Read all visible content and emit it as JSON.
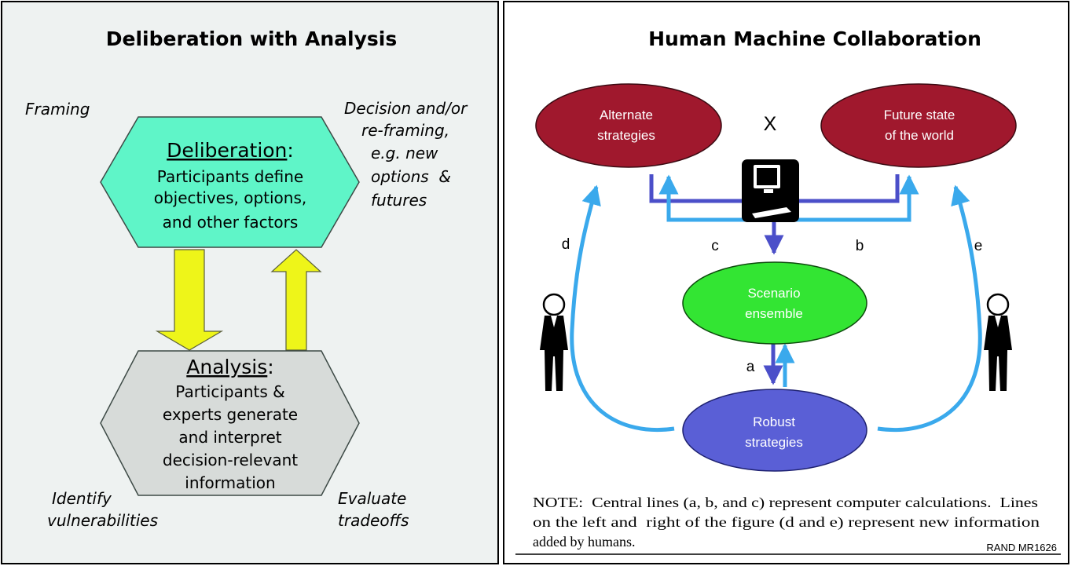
{
  "left_panel": {
    "title": "Deliberation with Analysis",
    "deliberation": {
      "heading": "Deliberation",
      "colon": ":",
      "lines": [
        "Participants define",
        "objectives, options,",
        "and other factors"
      ]
    },
    "analysis": {
      "heading": "Analysis",
      "colon": ":",
      "lines": [
        "Participants &",
        "experts generate",
        "and interpret",
        "decision-relevant",
        "information"
      ]
    },
    "labels": {
      "framing": "Framing",
      "decision": [
        "Decision and/or",
        "re-framing,",
        "e.g. new",
        "options  &",
        "futures"
      ],
      "identify": [
        "Identify",
        "vulnerabilities"
      ],
      "evaluate": [
        "Evaluate",
        "tradeoffs"
      ]
    },
    "colors": {
      "background": "#eef2f1",
      "deliberation_fill": "#5ff5c8",
      "analysis_fill": "#d7dbd9",
      "arrow_fill": "#eef519"
    }
  },
  "right_panel": {
    "title": "Human Machine Collaboration",
    "nodes": {
      "alternate": [
        "Alternate",
        "strategies"
      ],
      "future": [
        "Future state",
        "of the world"
      ],
      "scenario": [
        "Scenario",
        "ensemble"
      ],
      "robust": [
        "Robust",
        "strategies"
      ]
    },
    "cross_symbol": "X",
    "edge_labels": {
      "a": "a",
      "b": "b",
      "c": "c",
      "d": "d",
      "e": "e"
    },
    "note": [
      "NOTE:  Central lines (a, b, and c) represent computer calculations.  Lines",
      "on the left and  right of the figure (d and e) represent new information",
      "added by humans."
    ],
    "source": "RAND MR1626",
    "colors": {
      "red_node": "#a0182d",
      "green_node": "#33e533",
      "blue_node": "#5a5fd6",
      "computer_line": "#4b4fc9",
      "human_line": "#3aa9ec"
    }
  }
}
